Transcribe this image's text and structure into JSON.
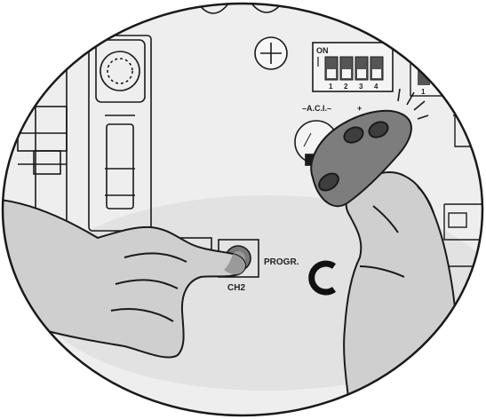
{
  "labels": {
    "dip_on": "ON",
    "dip_numbers": [
      "1",
      "2",
      "3",
      "4"
    ],
    "dip_small": "1",
    "act_label": "–A.C.I.–",
    "act_plus": "+",
    "ch2": "CH2",
    "progr": "PROGR."
  },
  "colors": {
    "line": "#1a1a1a",
    "board_fill": "#eeeeee",
    "board_shadow": "#d9d9d9",
    "skin": "#cfcfcf",
    "skin_shadow": "#9a9a9a",
    "remote_body": "#7d7d7d",
    "remote_dark": "#3e3e3e",
    "background": "#ffffff"
  }
}
